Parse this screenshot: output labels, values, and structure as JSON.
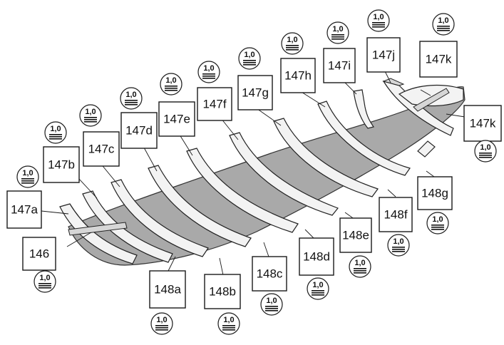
{
  "scale_text": "1,0",
  "labels": {
    "l146": "146",
    "l147a": "147a",
    "l147b": "147b",
    "l147c": "147c",
    "l147d": "147d",
    "l147e": "147e",
    "l147f": "147f",
    "l147g": "147g",
    "l147h": "147h",
    "l147i": "147i",
    "l147j": "147j",
    "l147k_top": "147k",
    "l147k_right": "147k",
    "l148a": "148a",
    "l148b": "148b",
    "l148c": "148c",
    "l148d": "148d",
    "l148e": "148e",
    "l148f": "148f",
    "l148g": "148g"
  }
}
